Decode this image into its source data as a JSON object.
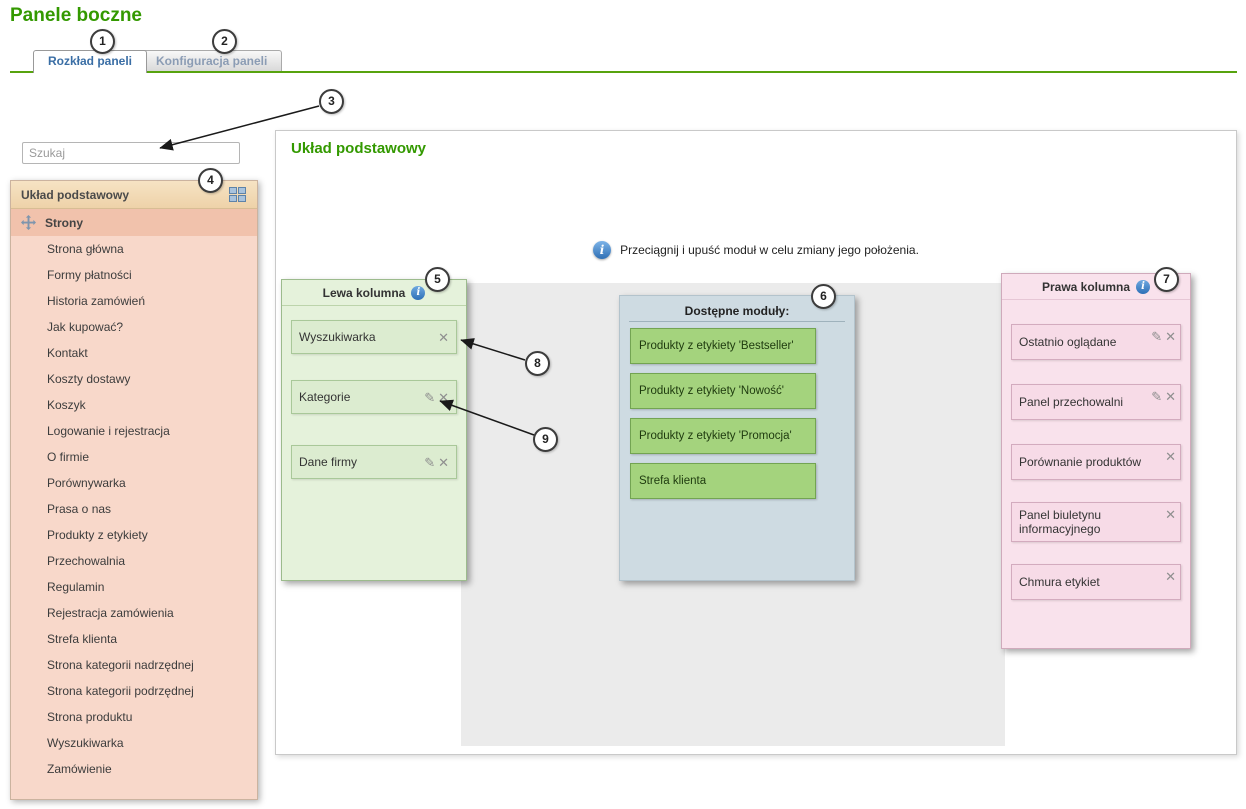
{
  "page_title": "Panele boczne",
  "tabs": {
    "layout": "Rozkład paneli",
    "config": "Konfiguracja paneli"
  },
  "sidebar": {
    "search_placeholder": "Szukaj",
    "header": "Układ podstawowy",
    "group": "Strony",
    "items": [
      "Strona główna",
      "Formy płatności",
      "Historia zamówień",
      "Jak kupować?",
      "Kontakt",
      "Koszty dostawy",
      "Koszyk",
      "Logowanie i rejestracja",
      "O firmie",
      "Porównywarka",
      "Prasa o nas",
      "Produkty z etykiety",
      "Przechowalnia",
      "Regulamin",
      "Rejestracja zamówienia",
      "Strefa klienta",
      "Strona kategorii nadrzędnej",
      "Strona kategorii podrzędnej",
      "Strona produktu",
      "Wyszukiwarka",
      "Zamówienie"
    ]
  },
  "main": {
    "title": "Układ podstawowy",
    "hint": "Przeciągnij i upuść moduł w celu zmiany jego położenia.",
    "left_column": {
      "title": "Lewa kolumna",
      "modules": [
        {
          "label": "Wyszukiwarka",
          "actions": [
            "remove"
          ]
        },
        {
          "label": "Kategorie",
          "actions": [
            "edit",
            "remove"
          ]
        },
        {
          "label": "Dane firmy",
          "actions": [
            "edit",
            "remove"
          ]
        }
      ]
    },
    "available_modules": {
      "title": "Dostępne moduły:",
      "modules": [
        {
          "label": "Produkty z etykiety 'Bestseller'"
        },
        {
          "label": "Produkty z etykiety 'Nowość'"
        },
        {
          "label": "Produkty z etykiety 'Promocja'"
        },
        {
          "label": "Strefa klienta"
        }
      ]
    },
    "right_column": {
      "title": "Prawa kolumna",
      "modules": [
        {
          "label": "Ostatnio oglądane",
          "actions": [
            "edit",
            "remove"
          ]
        },
        {
          "label": "Panel przechowalni",
          "actions": [
            "edit",
            "remove"
          ]
        },
        {
          "label": "Porównanie produktów",
          "actions": [
            "remove"
          ]
        },
        {
          "label": "Panel biuletynu informacyjnego",
          "actions": [
            "remove"
          ]
        },
        {
          "label": "Chmura etykiet",
          "actions": [
            "remove"
          ]
        }
      ]
    }
  },
  "callouts": [
    "1",
    "2",
    "3",
    "4",
    "5",
    "6",
    "7",
    "8",
    "9"
  ],
  "icons": {
    "info": "i",
    "close": "✕",
    "edit": "✎"
  },
  "colors": {
    "accent_green": "#339900",
    "tab_active_text": "#3a6ea5",
    "divider_green": "#57a30e",
    "sidebar_header_bg": "#f3ddba",
    "sidebar_group_bg": "#f1c2ac",
    "sidebar_item_bg": "#f8d8ca",
    "left_column_bg": "#e5f2db",
    "available_bg": "#cedbe2",
    "available_module_bg": "#a4d37d",
    "right_column_bg": "#f9e2ec",
    "info_blue": "#2d6fb6",
    "content_area_gray": "#ebebeb"
  }
}
